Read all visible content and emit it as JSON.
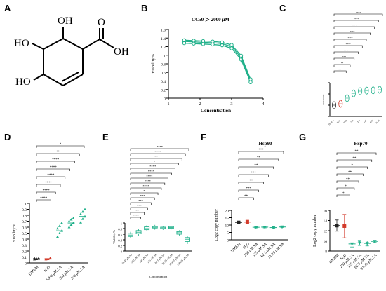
{
  "panels": {
    "A": "A",
    "B": "B",
    "C": "C",
    "D": "D",
    "E": "E",
    "F": "F",
    "G": "G"
  },
  "molecule": {
    "oh_top": "OH",
    "ho_mid": "HO",
    "ho_low": "HO",
    "o_acid": "O",
    "oh_acid": "OH"
  },
  "colors": {
    "teal": "#20b08a",
    "red": "#d23a2a",
    "black": "#222222",
    "grey": "#888888"
  },
  "chart_data": [
    {
      "id": "B",
      "type": "line",
      "title": "CC50 ＞ 2000 μM",
      "xlabel": "Concentration",
      "ylabel": "Viability%",
      "xlim": [
        1,
        4
      ],
      "ylim": [
        0.0,
        1.6
      ],
      "xticks": [
        1,
        2,
        3,
        4
      ],
      "yticks": [
        0.0,
        0.2,
        0.4,
        0.6,
        0.8,
        1.0,
        1.2,
        1.4,
        1.6
      ],
      "x": [
        1.5,
        1.8,
        2.1,
        2.4,
        2.7,
        3.0,
        3.3,
        3.6
      ],
      "series": [
        {
          "values": [
            1.32,
            1.31,
            1.3,
            1.29,
            1.27,
            1.2,
            0.95,
            0.4
          ]
        },
        {
          "values": [
            1.28,
            1.27,
            1.26,
            1.25,
            1.23,
            1.16,
            0.9,
            0.37
          ]
        },
        {
          "values": [
            1.35,
            1.34,
            1.33,
            1.32,
            1.3,
            1.24,
            0.99,
            0.44
          ]
        }
      ]
    },
    {
      "id": "C",
      "type": "violin",
      "ylabel": "Viability%",
      "categories": [
        "DMEM",
        "H2O",
        "1000",
        "500",
        "250",
        "125",
        "62.5",
        "31.25"
      ],
      "medians": [
        0.4,
        0.45,
        0.65,
        0.82,
        0.9,
        0.92,
        0.93,
        0.95
      ],
      "colors": [
        "black",
        "red",
        "teal",
        "teal",
        "teal",
        "teal",
        "teal",
        "teal"
      ],
      "sig": [
        "****",
        "****",
        "****",
        "****",
        "****",
        "****",
        "****",
        "***",
        "**",
        "****"
      ]
    },
    {
      "id": "D",
      "type": "scatter",
      "ylabel": "Viability%",
      "ylim": [
        0.0,
        1.0
      ],
      "yticks": [
        0.0,
        0.1,
        0.2,
        0.3,
        0.4,
        0.5,
        0.6,
        0.7,
        0.8,
        0.9,
        1.0
      ],
      "categories": [
        "DMEM",
        "H₂O",
        "1000 μM SA",
        "500 μM SA",
        "250 μM SA"
      ],
      "groups": [
        {
          "color": "black",
          "mean": 0.07,
          "points": [
            0.06,
            0.07,
            0.07,
            0.08,
            0.065,
            0.075
          ]
        },
        {
          "color": "red",
          "mean": 0.07,
          "points": [
            0.06,
            0.07,
            0.08,
            0.07,
            0.065,
            0.075
          ]
        },
        {
          "color": "teal",
          "mean": 0.54,
          "points": [
            0.44,
            0.5,
            0.54,
            0.58,
            0.62,
            0.67
          ]
        },
        {
          "color": "teal",
          "mean": 0.67,
          "points": [
            0.6,
            0.64,
            0.67,
            0.7,
            0.73,
            0.75
          ]
        },
        {
          "color": "teal",
          "mean": 0.78,
          "points": [
            0.68,
            0.74,
            0.78,
            0.82,
            0.86,
            0.9
          ]
        }
      ],
      "sig": [
        "*",
        "**",
        "****",
        "****",
        "****",
        "****",
        "****",
        "****"
      ]
    },
    {
      "id": "E",
      "type": "box",
      "xlabel": "Concentration",
      "ylabel": "Viability%",
      "ylim": [
        0.0,
        1.0
      ],
      "yticks": [
        0.0,
        0.2,
        0.4,
        0.6,
        0.8,
        1.0
      ],
      "categories": [
        "1000 μM SA",
        "500 μM SA",
        "250 μM SA",
        "125 μM SA",
        "62.5 μM SA",
        "31.25 μM SA",
        "15.625 μM SA",
        "7.8125 μM SA"
      ],
      "boxes": [
        {
          "min": 0.45,
          "q1": 0.52,
          "median": 0.57,
          "q3": 0.62,
          "max": 0.68
        },
        {
          "min": 0.55,
          "q1": 0.62,
          "median": 0.67,
          "q3": 0.73,
          "max": 0.8
        },
        {
          "min": 0.7,
          "q1": 0.76,
          "median": 0.8,
          "q3": 0.86,
          "max": 0.92
        },
        {
          "min": 0.76,
          "q1": 0.82,
          "median": 0.85,
          "q3": 0.88,
          "max": 0.93
        },
        {
          "min": 0.75,
          "q1": 0.79,
          "median": 0.82,
          "q3": 0.85,
          "max": 0.89
        },
        {
          "min": 0.77,
          "q1": 0.81,
          "median": 0.84,
          "q3": 0.87,
          "max": 0.9
        },
        {
          "min": 0.55,
          "q1": 0.6,
          "median": 0.65,
          "q3": 0.69,
          "max": 0.74
        },
        {
          "min": 0.25,
          "q1": 0.34,
          "median": 0.42,
          "q3": 0.48,
          "max": 0.55
        }
      ],
      "sig": [
        "****",
        "****",
        "**",
        "*",
        "****",
        "****",
        "****",
        "****",
        "****",
        "*",
        "***",
        "***",
        "***",
        "**",
        "****"
      ]
    },
    {
      "id": "F",
      "type": "scatter",
      "title": "Hsp90",
      "ylabel": "Log2 copy number",
      "ylim": [
        0,
        20
      ],
      "yticks": [
        0,
        5,
        10,
        15,
        20
      ],
      "categories": [
        "DMEM",
        "H₂O",
        "250 μM SA",
        "125 μM SA",
        "62.5 μM SA",
        "31.25 μM SA"
      ],
      "groups": [
        {
          "color": "black",
          "mean": 11.8,
          "err": 0.6
        },
        {
          "color": "red",
          "mean": 12.0,
          "err": 1.3
        },
        {
          "color": "teal",
          "mean": 8.5,
          "err": 0.4
        },
        {
          "color": "teal",
          "mean": 8.6,
          "err": 0.5
        },
        {
          "color": "teal",
          "mean": 8.3,
          "err": 0.4
        },
        {
          "color": "teal",
          "mean": 8.7,
          "err": 0.3
        }
      ],
      "sig": [
        "***",
        "**",
        "**",
        "***",
        "**",
        "***",
        "**"
      ]
    },
    {
      "id": "G",
      "type": "scatter",
      "title": "Hsp70",
      "ylabel": "Log2 copy number",
      "ylim": [
        8,
        16
      ],
      "yticks": [
        8,
        10,
        12,
        14,
        16
      ],
      "categories": [
        "DMEM",
        "H₂O",
        "250 μM SA",
        "125 μM SA",
        "62.5 μM SA",
        "31.25 μM SA"
      ],
      "groups": [
        {
          "color": "black",
          "mean": 13.0,
          "err": 1.1
        },
        {
          "color": "red",
          "mean": 12.9,
          "err": 2.3
        },
        {
          "color": "teal",
          "mean": 9.4,
          "err": 0.6
        },
        {
          "color": "teal",
          "mean": 9.6,
          "err": 0.5
        },
        {
          "color": "teal",
          "mean": 9.5,
          "err": 0.5
        },
        {
          "color": "teal",
          "mean": 9.9,
          "err": 0.2
        }
      ],
      "sig": [
        "**",
        "**",
        "*",
        "**",
        "**",
        "*",
        "*"
      ]
    }
  ]
}
